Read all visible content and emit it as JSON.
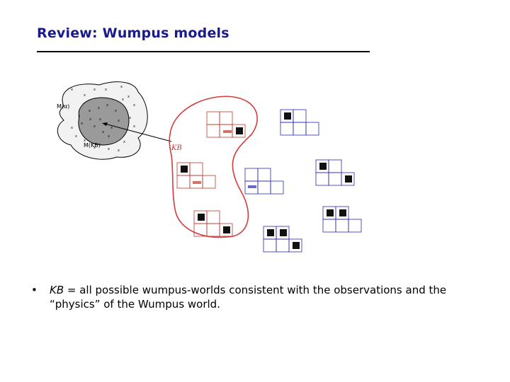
{
  "slide": {
    "title": "Review:  Wumpus models",
    "bullet": {
      "symbol": "•",
      "kb_term": "KB",
      "text": " = all possible wumpus-worlds consistent with the observations and the “physics” of the Wumpus world."
    }
  },
  "figure": {
    "blob_label_m_alpha": "M(α)",
    "blob_label_m_kb": "M(KB)",
    "kb_region_label": "KB",
    "colors": {
      "kb_outline": "#d63a3a",
      "kb_label": "#c0392b",
      "grid_red": "#c0392b",
      "grid_blue": "#2a2ab5",
      "blob_outer": "#f2f2f2",
      "blob_inner": "#9a9a9a",
      "title_color": "#1a1a8c"
    }
  }
}
